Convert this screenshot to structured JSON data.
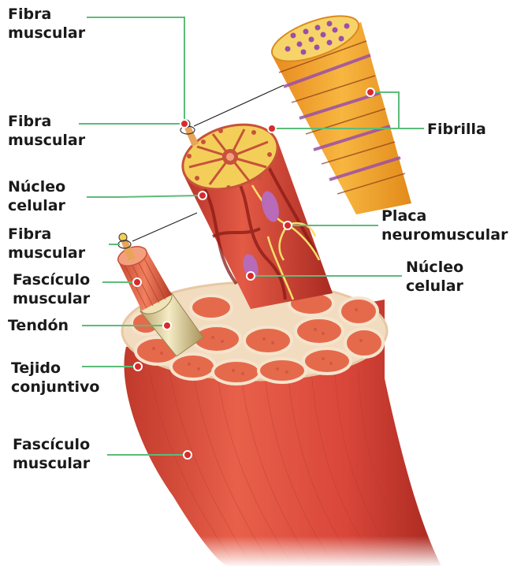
{
  "labels": {
    "fibra_muscular_top": {
      "line1": "Fibra",
      "line2": "muscular"
    },
    "fibra_muscular_mid": {
      "line1": "Fibra",
      "line2": "muscular"
    },
    "nucleo_celular_left": {
      "line1": "Núcleo",
      "line2": "celular"
    },
    "fibra_muscular_low": {
      "line1": "Fibra",
      "line2": "muscular"
    },
    "fasciculo_muscular_upper": {
      "line1": "Fascículo",
      "line2": "muscular"
    },
    "tendon": {
      "line1": "Tendón"
    },
    "tejido_conjuntivo": {
      "line1": "Tejido",
      "line2": "conjuntivo"
    },
    "fasciculo_muscular_lower": {
      "line1": "Fascículo",
      "line2": "muscular"
    },
    "fibrilla": {
      "line1": "Fibrilla"
    },
    "placa_neuromuscular": {
      "line1": "Placa",
      "line2": "neuromuscular"
    },
    "nucleo_celular_right": {
      "line1": "Núcleo",
      "line2": "celular"
    }
  },
  "colors": {
    "leader_line": "#5dbb7a",
    "muscle_red": "#d9463a",
    "muscle_dark": "#b8322a",
    "fibril_orange": "#f3a62d",
    "fibril_purple": "#9a4fa8",
    "fat_yellow": "#f3cf5a",
    "tendon": "#e9dcae",
    "nerve_yellow": "#f7e06a"
  }
}
